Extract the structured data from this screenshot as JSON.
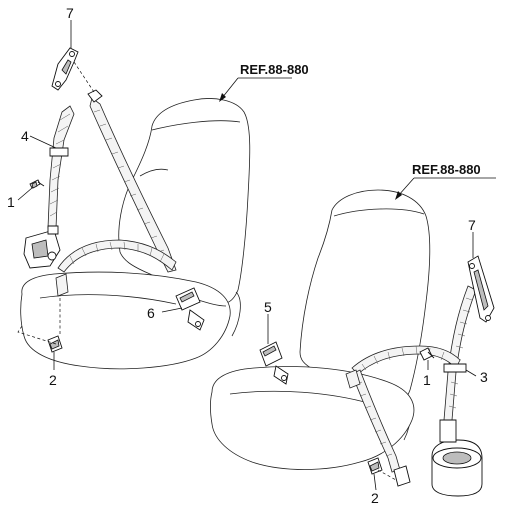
{
  "references": {
    "left_seat": "REF.88-880",
    "right_seat": "REF.88-880"
  },
  "callouts": {
    "c7_left": "7",
    "c4_left": "4",
    "c1_left": "1",
    "c6_left": "6",
    "c2_left": "2",
    "c5_right": "5",
    "c7_right": "7",
    "c1_right": "1",
    "c3_right": "3",
    "c2_right": "2"
  }
}
